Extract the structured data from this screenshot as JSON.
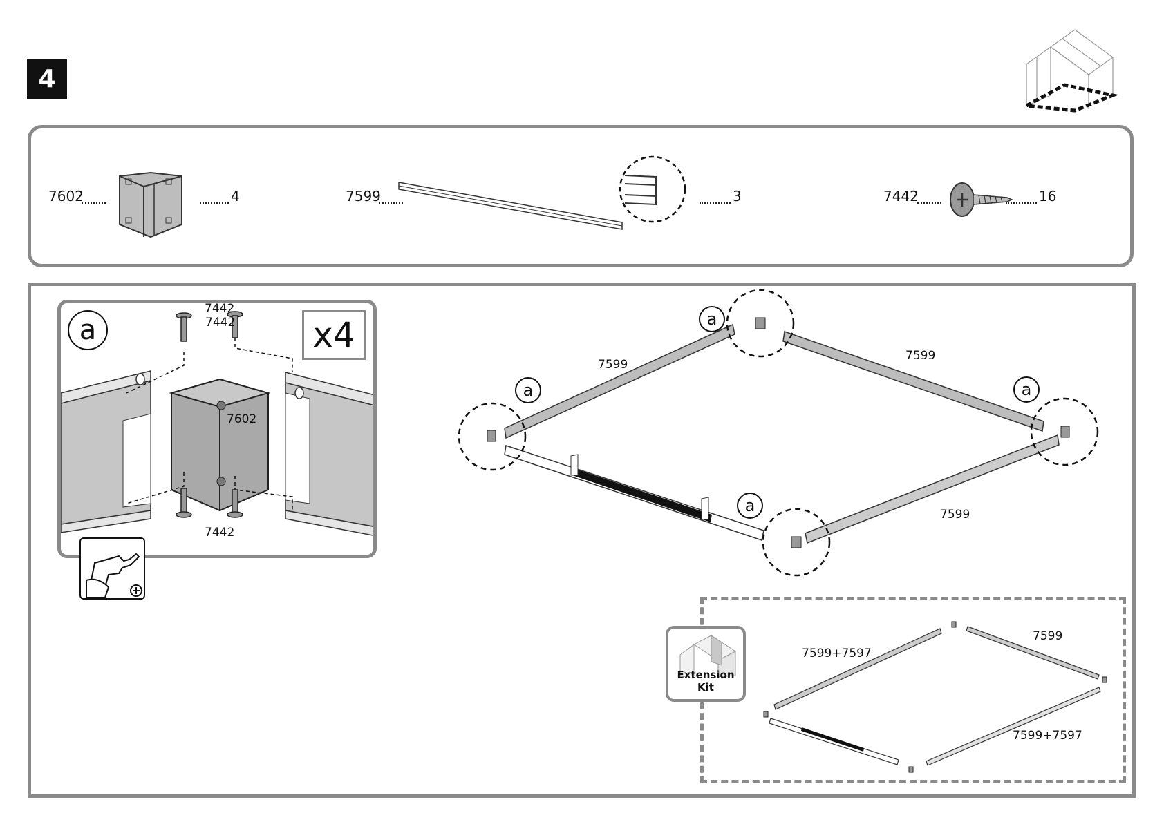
{
  "step": {
    "number": "4"
  },
  "parts": [
    {
      "code": "7602",
      "qty": "4",
      "icon": "corner-connector-icon"
    },
    {
      "code": "7599",
      "qty": "3",
      "icon": "base-profile-icon"
    },
    {
      "code": "7442",
      "qty": "16",
      "icon": "screw-icon"
    }
  ],
  "detail": {
    "callout": "a",
    "multiplier": "x4",
    "screw_label_top": "7442",
    "screw_label_bottom": "7442",
    "connector_label": "7602"
  },
  "main_diagram": {
    "callout": "a",
    "profile_left": "7599",
    "profile_right": "7599",
    "profile_front": "7599"
  },
  "extension": {
    "badge_label": "Extension Kit",
    "label_back_left": "7599+7597",
    "label_back_right": "7599",
    "label_front_right": "7599+7597"
  },
  "colors": {
    "frame_gray": "#8a8a8a",
    "part_gray": "#bdbdbd",
    "ink": "#111111"
  }
}
